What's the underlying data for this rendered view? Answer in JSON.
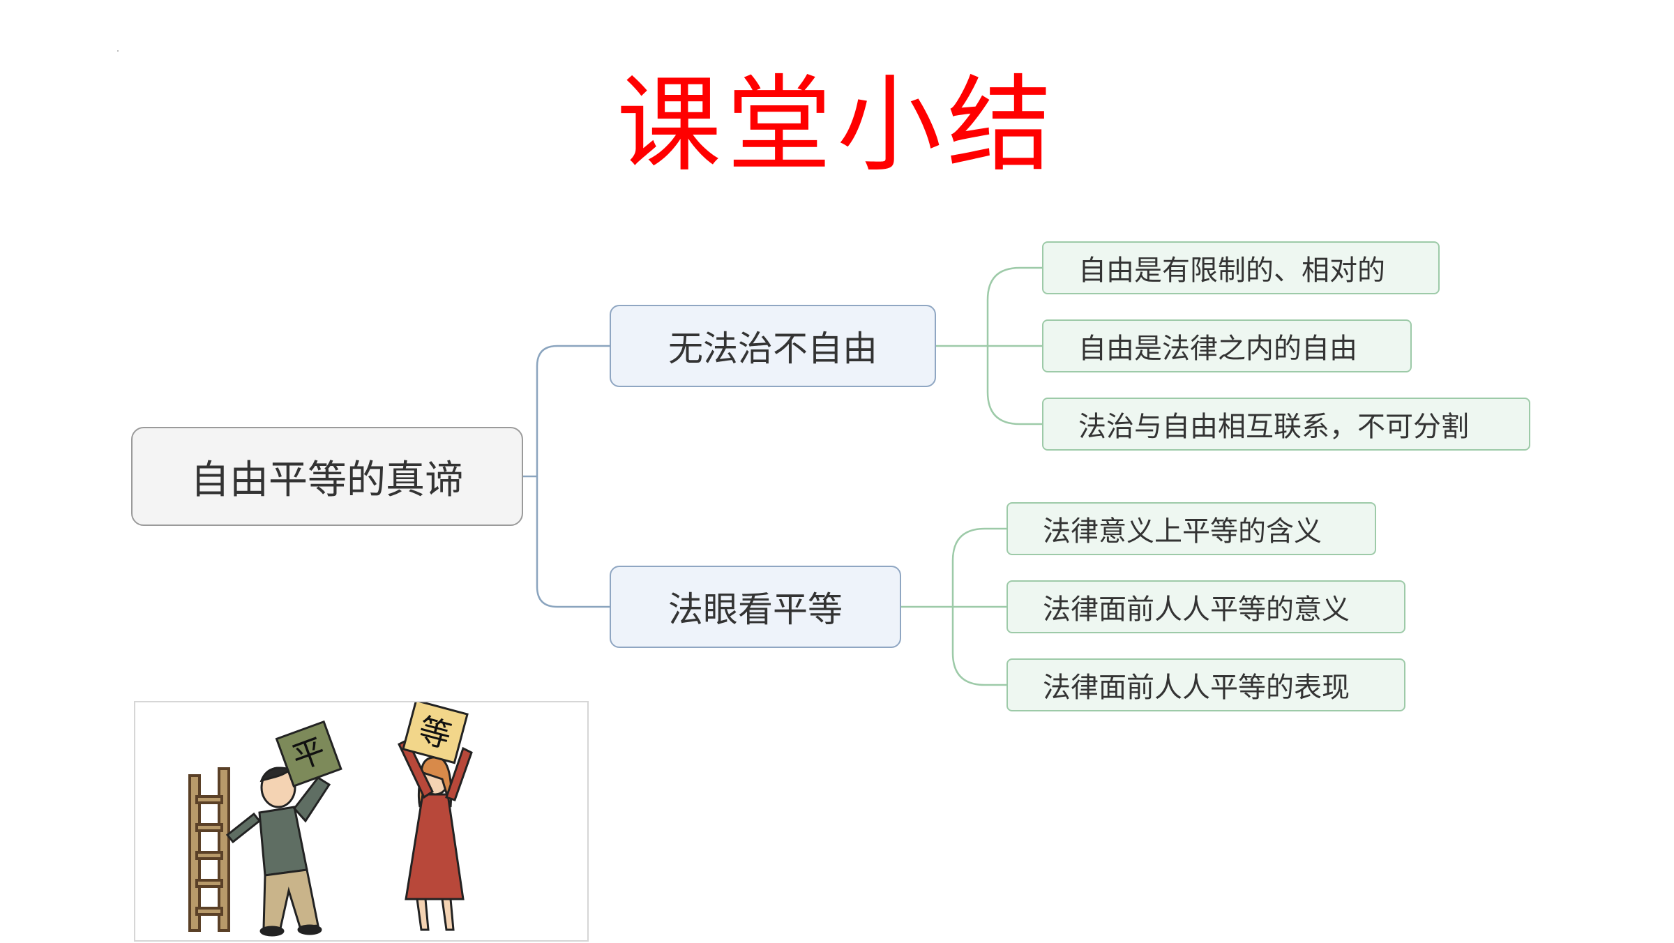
{
  "slide": {
    "title": "课堂小结",
    "title_color": "#ff0000"
  },
  "mindmap": {
    "root": "自由平等的真谛",
    "branches": [
      {
        "label": "无法治不自由",
        "children": [
          "自由是有限制的、相对的",
          "自由是法律之内的自由",
          "法治与自由相互联系，不可分割"
        ]
      },
      {
        "label": "法眼看平等",
        "children": [
          "法律意义上平等的含义",
          "法律面前人人平等的意义",
          "法律面前人人平等的表现"
        ]
      }
    ]
  },
  "illustration": {
    "sign_left": "平",
    "sign_right": "等"
  }
}
